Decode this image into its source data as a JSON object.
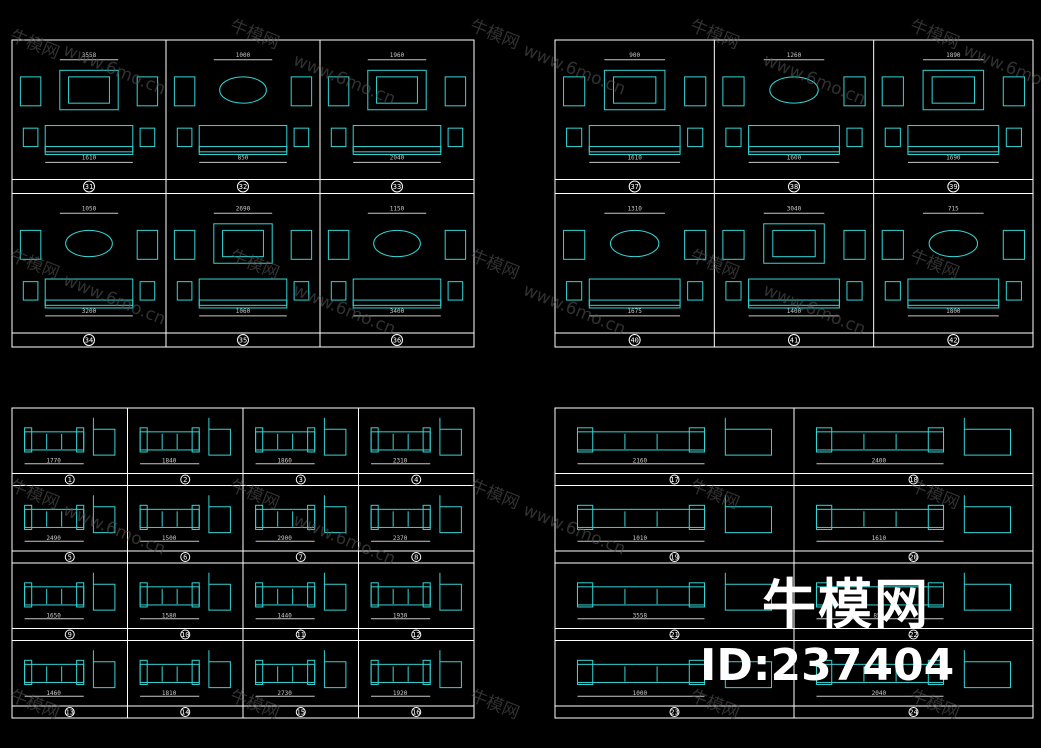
{
  "panels": [
    {
      "id": "tl",
      "cols": 3,
      "rows": 2,
      "cells": [
        "31",
        "32",
        "33",
        "34",
        "35",
        "36"
      ]
    },
    {
      "id": "tr",
      "cols": 3,
      "rows": 2,
      "cells": [
        "37",
        "38",
        "39",
        "40",
        "41",
        "42"
      ]
    },
    {
      "id": "bl",
      "cols": 4,
      "rows": 4,
      "cells": [
        "1",
        "2",
        "3",
        "4",
        "5",
        "6",
        "7",
        "8",
        "9",
        "10",
        "11",
        "12",
        "13",
        "14",
        "15",
        "16"
      ]
    },
    {
      "id": "br",
      "cols": 2,
      "rows": 4,
      "cells": [
        "17",
        "18",
        "19",
        "20",
        "21",
        "22",
        "23",
        "24"
      ]
    }
  ],
  "dimensions": [
    "1610",
    "3558",
    "850",
    "1000",
    "2040",
    "1960",
    "3200",
    "1050",
    "1060",
    "2690",
    "3400",
    "1150",
    "1610",
    "900",
    "1600",
    "1260",
    "1690",
    "1890",
    "1675",
    "1310",
    "1400",
    "3040",
    "1800",
    "715",
    "1770",
    "1840",
    "1860",
    "2310",
    "2490",
    "1500",
    "2900",
    "2370",
    "1650",
    "1580",
    "1440",
    "1930",
    "1460",
    "1810",
    "2730",
    "1920",
    "2160",
    "2400",
    "1010"
  ],
  "colors": {
    "line": "#33d6d6",
    "frame": "#ffffff",
    "dim": "#c8c8c8",
    "label": "#ffffff",
    "watermark": "#5a5a5a"
  },
  "brand": {
    "name": "牛模网",
    "id": "ID:237404"
  },
  "watermarks": [
    "牛模网",
    "www.6mo.cn"
  ]
}
